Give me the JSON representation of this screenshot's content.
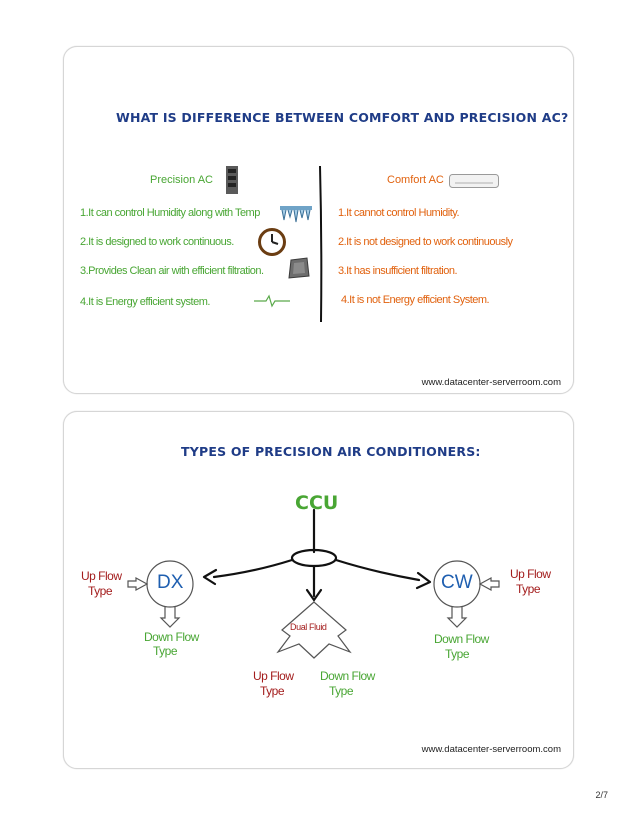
{
  "slide1": {
    "title": "WHAT IS DIFFERENCE BETWEEN COMFORT AND PRECISION AC?",
    "precision_heading": "Precision AC",
    "comfort_heading": "Comfort AC",
    "precision_items": [
      "1.It can control Humidity along with Temp",
      "2.It is designed to work continuous.",
      "3.Provides Clean air with efficient filtration.",
      "4.It is Energy efficient system."
    ],
    "comfort_items": [
      "1.It cannot control Humidity.",
      "2.It is not designed to work continuously",
      "3.It has insufficient filtration.",
      "4.It is not Energy efficient System."
    ],
    "url": "www.datacenter-serverroom.com"
  },
  "slide2": {
    "title": "TYPES OF PRECISION AIR CONDITIONERS:",
    "root": "CCU",
    "dx": "DX",
    "cw": "CW",
    "dual_fluid": "Dual Fluid",
    "up_flow": "Up Flow",
    "down_flow": "Down Flow",
    "type_word": "Type",
    "url": "www.datacenter-serverroom.com"
  },
  "page_number": "2/7",
  "colors": {
    "title": "#1f3c87",
    "green": "#49a634",
    "orange": "#e1620f",
    "red": "#a31c1c",
    "blue": "#1f5fb0"
  },
  "icons": [
    "server-rack-icon",
    "wall-ac-icon",
    "icicle-icon",
    "clock-icon",
    "filter-icon",
    "pulse-icon"
  ]
}
